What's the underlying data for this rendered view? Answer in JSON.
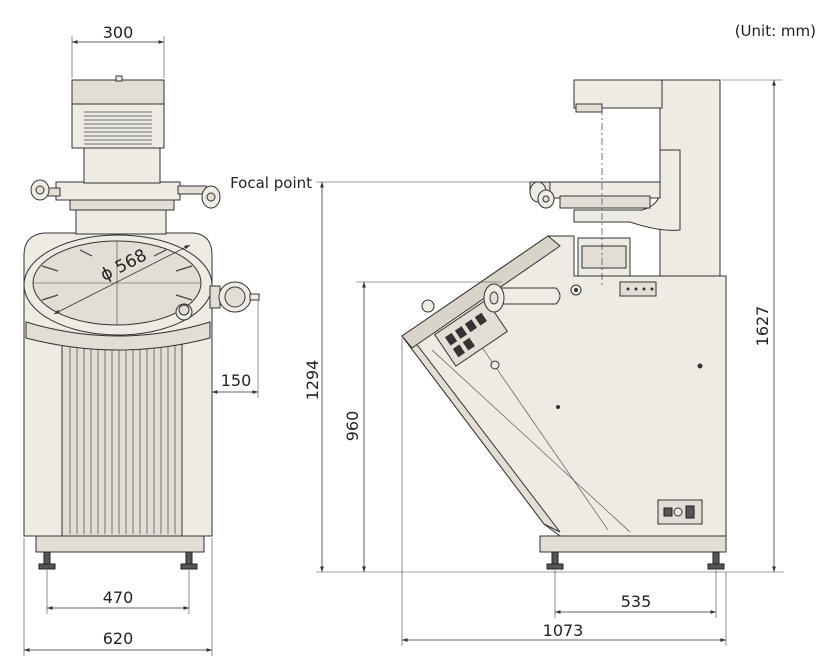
{
  "unit_label": "(Unit: mm)",
  "labels": {
    "focal_point": "Focal point"
  },
  "dimensions": {
    "top_width": "300",
    "screen_diameter": "ϕ 568",
    "side_offset": "150",
    "foot_span_front": "470",
    "total_width": "620",
    "focal_height": "1294",
    "screen_height": "960",
    "total_height": "1627",
    "foot_span_side": "535",
    "total_depth": "1073"
  }
}
